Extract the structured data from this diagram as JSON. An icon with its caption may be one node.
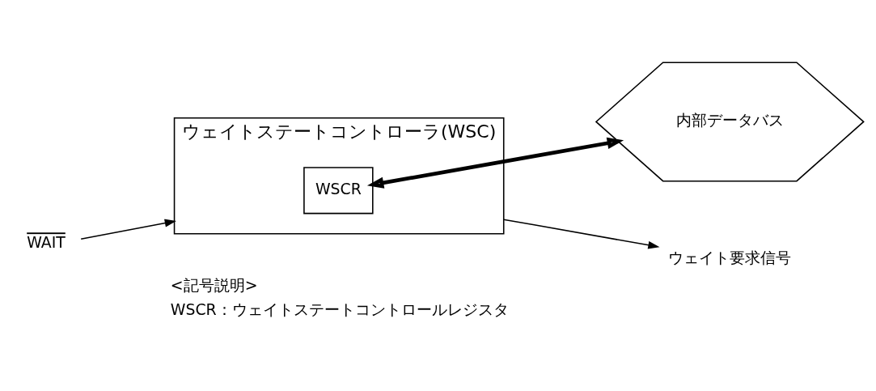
{
  "diagram": {
    "nodes": [
      {
        "text": [
          "WAIT"
        ]
      },
      {
        "text": [
          "ウェイトステートコントローラ(WSC)"
        ]
      },
      {
        "text": [
          "WSCR"
        ],
        "in": 1
      },
      {
        "text": [
          "内部データバス"
        ]
      },
      {
        "text": [
          "ウェイト要求信号"
        ]
      }
    ],
    "edges": [
      {
        "from": 0,
        "to": 1,
        "arrow": "to"
      },
      {
        "from": 1,
        "to": 4,
        "arrow": "to"
      },
      {
        "from": 2,
        "to": 3,
        "arrow": "both",
        "style": "thick"
      }
    ],
    "labels": [
      "<記号説明>",
      "WSCR：ウェイトステートコントロールレジスタ"
    ]
  }
}
